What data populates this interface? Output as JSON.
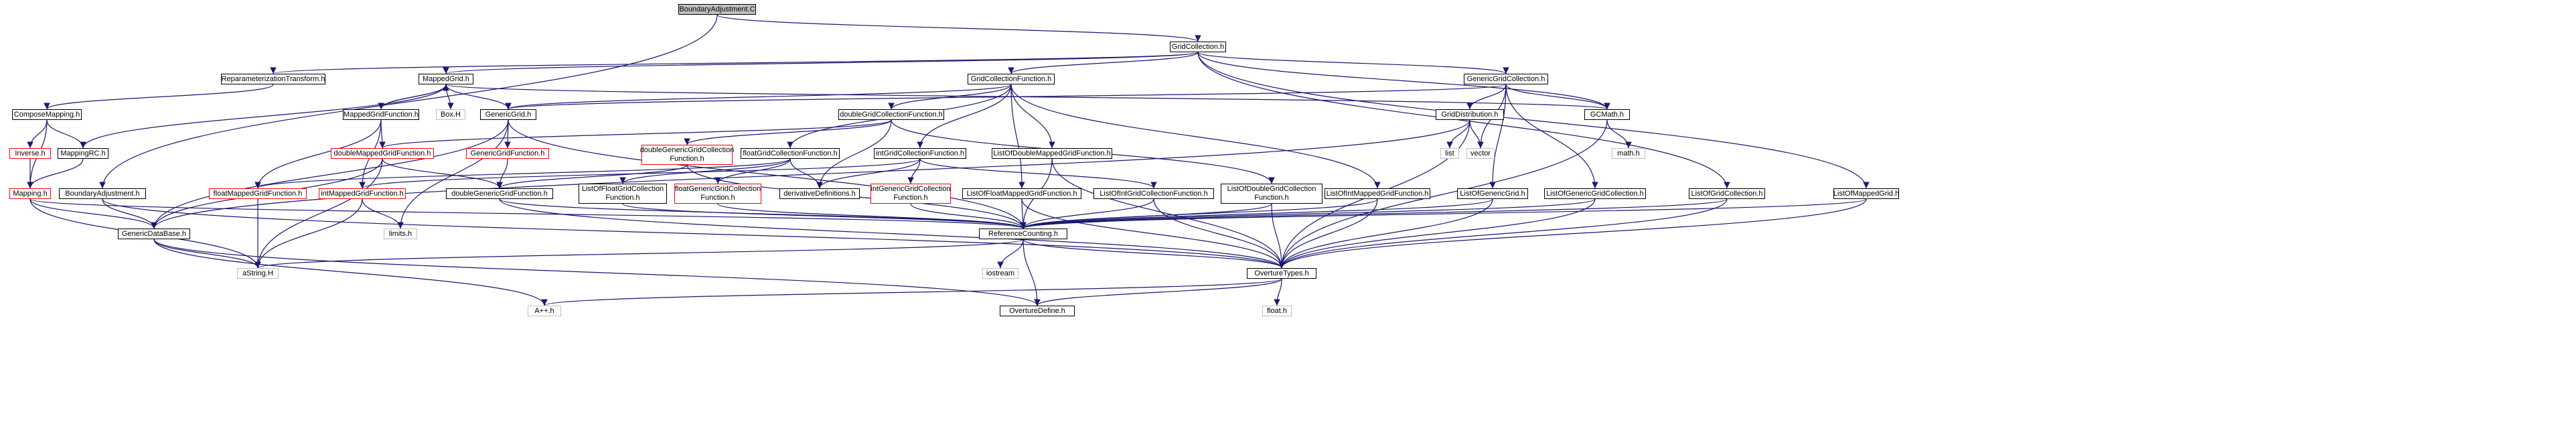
{
  "colors": {
    "edge": "#191970",
    "border_included": "#000000",
    "border_red": "#ff0000",
    "border_gray": "#c0c0c0",
    "root_fill": "#bfbfbf"
  },
  "nodes": {
    "n0": "BoundaryAdjustment.C",
    "n1": "GridCollection.h",
    "n2": "ReparameterizationTransform.h",
    "n3": "MappedGrid.h",
    "n4": "GridCollectionFunction.h",
    "n5": "GenericGridCollection.h",
    "n6": "ComposeMapping.h",
    "n7": "MappedGridFunction.h",
    "n8": "Box.H",
    "n9": "GenericGrid.h",
    "n10": "doubleGridCollectionFunction.h",
    "n11": "GCMath.h",
    "n12": "Inverse.h",
    "n13": "MappingRC.h",
    "n14": "doubleMappedGridFunction.h",
    "n15": "GenericGridFunction.h",
    "n16": "doubleGenericGridCollection Function.h",
    "n17": "floatGridCollectionFunction.h",
    "n18": "intGridCollectionFunction.h",
    "n19": "ListOfDoubleMappedGridFunction.h",
    "n20": "GridDistribution.h",
    "n21": "list",
    "n22": "vector",
    "n23": "math.h",
    "n24": "Mapping.h",
    "n25": "BoundaryAdjustment.h",
    "n26": "floatMappedGridFunction.h",
    "n27": "intMappedGridFunction.h",
    "n28": "doubleGenericGridFunction.h",
    "n29": "ListOfFloatGridCollection Function.h",
    "n30": "floatGenericGridCollection Function.h",
    "n31": "derivativeDefinitions.h",
    "n32": "intGenericGridCollection Function.h",
    "n33": "ListOfFloatMappedGridFunction.h",
    "n34": "ListOfIntGridCollectionFunction.h",
    "n35": "ListOfDoubleGridCollection Function.h",
    "n36": "ListOfIntMappedGridFunction.h",
    "n37": "ListOfGenericGrid.h",
    "n38": "ListOfGenericGridCollection.h",
    "n39": "ListOfGridCollection.h",
    "n40": "ListOfMappedGrid.h",
    "n41": "GenericDataBase.h",
    "n42": "limits.h",
    "n43": "ReferenceCounting.h",
    "n44": "aString.H",
    "n45": "iostream",
    "n46": "OvertureTypes.h",
    "n47": "A++.h",
    "n48": "OvertureDefine.h",
    "n49": "float.h"
  }
}
